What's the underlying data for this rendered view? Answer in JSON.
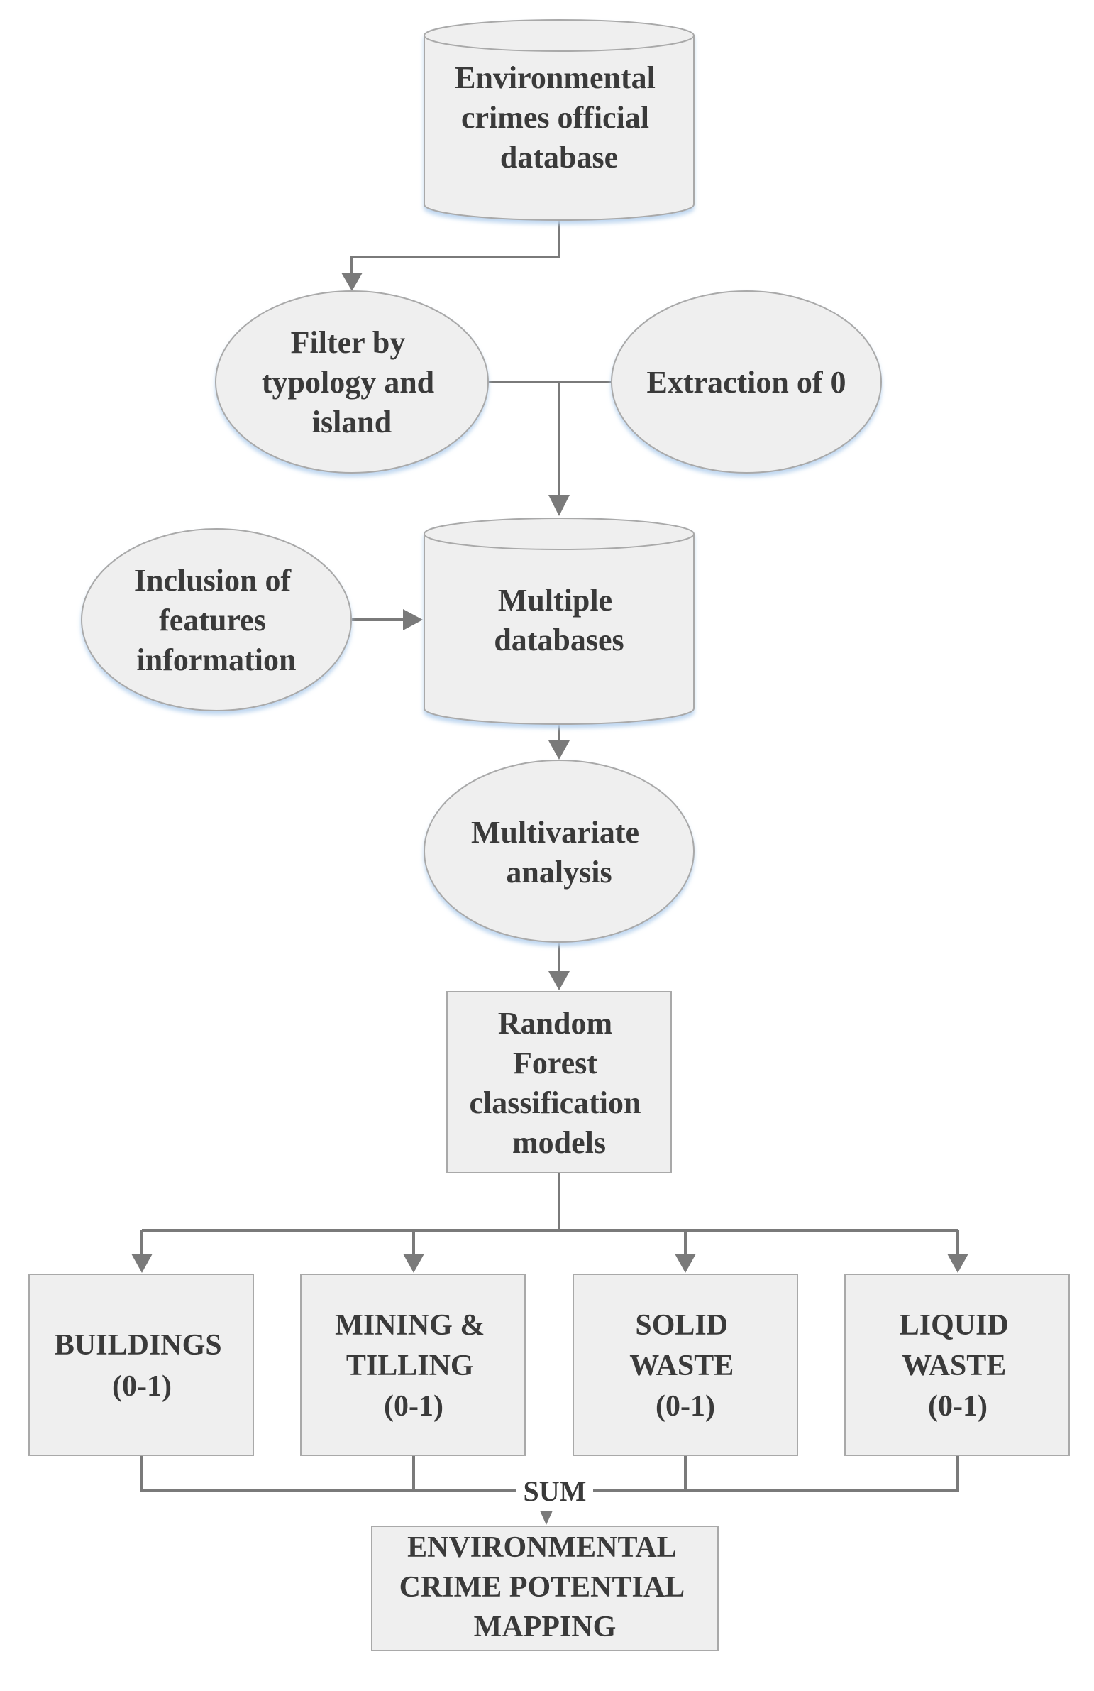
{
  "nodes": {
    "official_db": {
      "lines": [
        "Environmental",
        "crimes official",
        "database"
      ]
    },
    "filter": {
      "lines": [
        "Filter by",
        "typology and",
        "island"
      ]
    },
    "extraction": {
      "lines": [
        "Extraction of 0"
      ]
    },
    "inclusion": {
      "lines": [
        "Inclusion of",
        "features",
        "information"
      ]
    },
    "multiple_db": {
      "lines": [
        "Multiple",
        "databases"
      ]
    },
    "multivariate": {
      "lines": [
        "Multivariate",
        "analysis"
      ]
    },
    "random_forest": {
      "lines": [
        "Random",
        "Forest",
        "classification",
        "models"
      ]
    },
    "buildings": {
      "lines": [
        "BUILDINGS",
        "(0-1)"
      ]
    },
    "mining": {
      "lines": [
        "MINING &",
        "TILLING",
        "(0-1)"
      ]
    },
    "solid": {
      "lines": [
        "SOLID",
        "WASTE",
        "(0-1)"
      ]
    },
    "liquid": {
      "lines": [
        "LIQUID",
        "WASTE",
        "(0-1)"
      ]
    },
    "sum": {
      "label": "SUM"
    },
    "mapping": {
      "lines": [
        "ENVIRONMENTAL",
        "CRIME POTENTIAL",
        "MAPPING"
      ]
    }
  },
  "colors": {
    "node_fill": "#efefef",
    "node_stroke": "#a9a9a9",
    "connector": "#7a7a7a",
    "text": "#3a3a3a"
  }
}
